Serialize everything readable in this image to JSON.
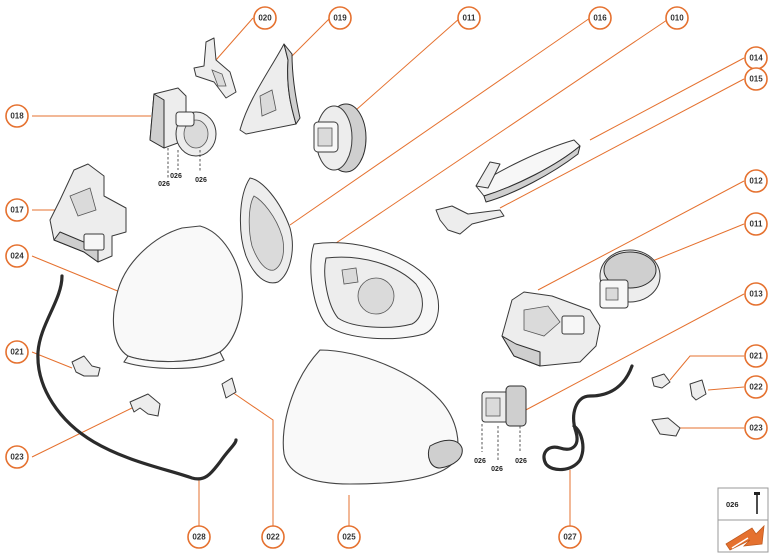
{
  "callouts": {
    "c020": "020",
    "c019": "019",
    "c011_top": "011",
    "c016": "016",
    "c010": "010",
    "c014": "014",
    "c015": "015",
    "c018": "018",
    "c017": "017",
    "c024": "024",
    "c012": "012",
    "c011_right": "011",
    "c013": "013",
    "c021_left": "021",
    "c021_right": "021",
    "c022_right": "022",
    "c023_left": "023",
    "c023_right": "023",
    "c028": "028",
    "c022_bottom": "022",
    "c025": "025",
    "c027": "027"
  },
  "screw_labels": {
    "top_1": "026",
    "top_2": "026",
    "top_3": "026",
    "bottom_1": "026",
    "bottom_2": "026",
    "bottom_3": "026"
  },
  "legend": {
    "screw_code": "026"
  },
  "colors": {
    "accent": "#e5712f",
    "line": "#3a3a3a",
    "part_fill": "#ededed",
    "cable": "#2b2b2b"
  },
  "icons": {
    "legend_screw": "screw-icon",
    "legend_arrow": "direction-arrow-icon"
  }
}
